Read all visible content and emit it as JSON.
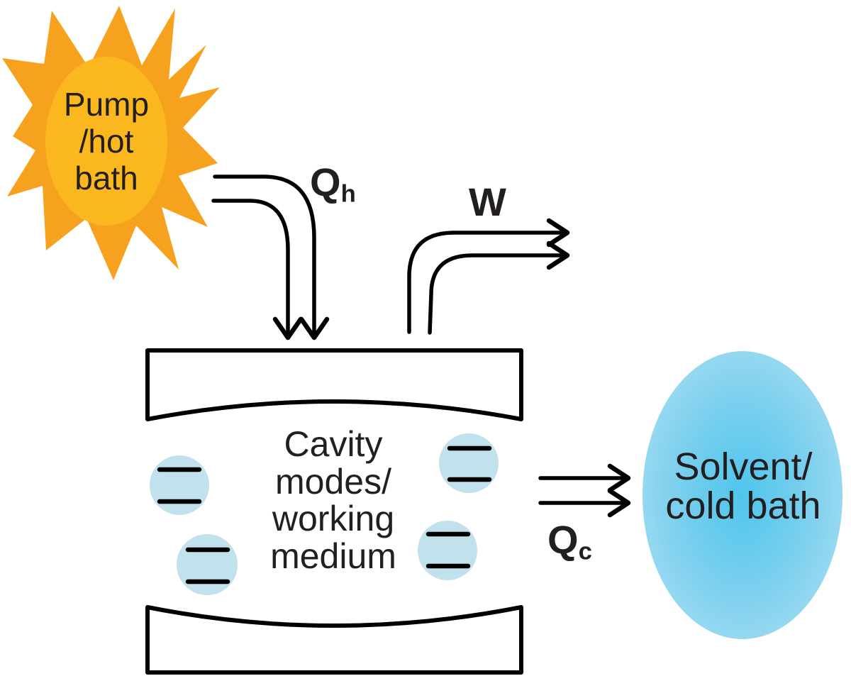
{
  "hot_bath": {
    "lines": [
      "Pump",
      "/hot",
      "bath"
    ]
  },
  "flows": {
    "heat_in": {
      "symbol": "Q",
      "subscript": "h"
    },
    "work": {
      "symbol": "W"
    },
    "heat_out": {
      "symbol": "Q",
      "subscript": "c"
    }
  },
  "cavity": {
    "lines": [
      "Cavity",
      "modes/",
      "working",
      "medium"
    ]
  },
  "cold_bath": {
    "lines": [
      "Solvent/",
      "cold bath"
    ]
  },
  "colors": {
    "sun_burst": "#F7A21E",
    "sun_core": "#FBB81E",
    "molecule_fill": "#C1E1ED",
    "cold_bath_center": "#4FC5EC",
    "cold_bath_edge": "#A9DDF2",
    "ink": "#000000",
    "text": "#231F20"
  }
}
